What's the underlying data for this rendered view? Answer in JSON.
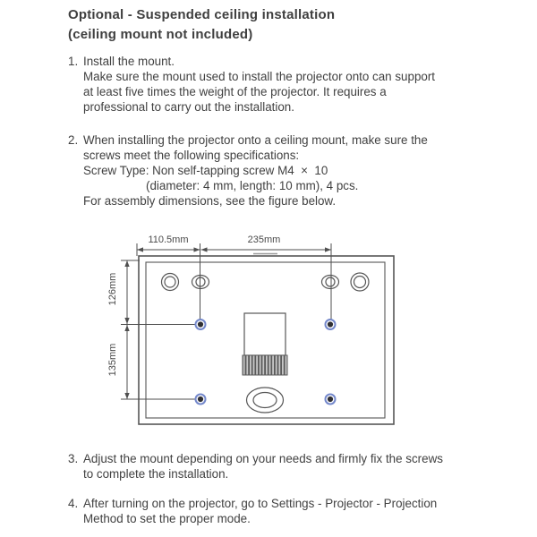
{
  "title": {
    "line1": "Optional - Suspended ceiling installation",
    "line2": "(ceiling mount not included)"
  },
  "steps": [
    {
      "number": "1.",
      "lines": [
        "Install the mount.",
        "Make sure the mount used to install the projector onto can support",
        "at least five times the weight of the projector. It requires a",
        "professional to carry out the installation."
      ]
    },
    {
      "number": "2.",
      "lines": [
        "When installing the projector onto a ceiling mount, make sure the",
        "screws meet the following specifications:",
        "Screw Type: Non self-tapping screw M4  ×  10",
        "(diameter: 4 mm, length: 10 mm), 4 pcs.",
        "For assembly dimensions, see the figure below."
      ]
    },
    {
      "number": "3.",
      "lines": [
        "Adjust the mount depending on your needs and firmly fix the screws",
        "to complete the installation."
      ]
    },
    {
      "number": "4.",
      "lines": [
        "After turning on the projector, go to Settings - Projector - Projection",
        "Method to set the proper mode."
      ]
    }
  ],
  "diagram": {
    "dimensions": {
      "top_left": "110.5mm",
      "top_right": "235mm",
      "left_upper": "126mm",
      "left_lower": "135mm"
    },
    "colors": {
      "line": "#565656",
      "dim_line": "#4f4f4f",
      "screw_ring": "#7488cb",
      "screw_center": "#2f2f33"
    }
  }
}
